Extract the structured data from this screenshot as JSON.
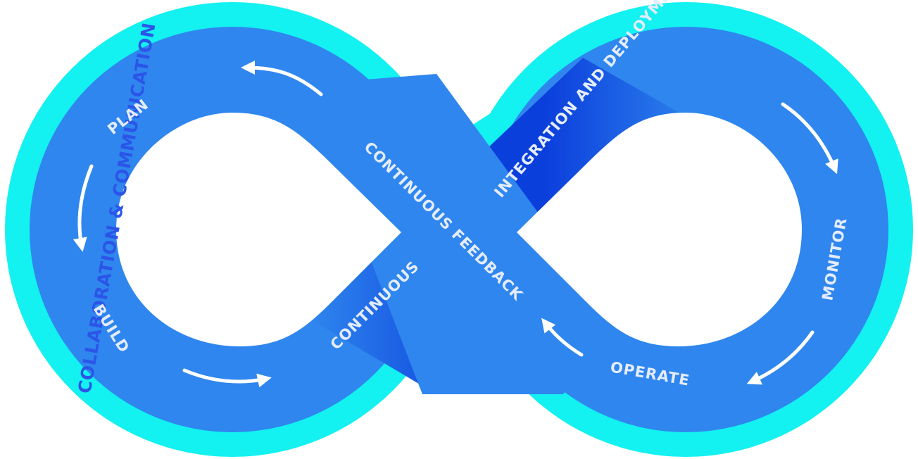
{
  "title": "",
  "colors": {
    "outer_ring": "#13f1f0",
    "band": "#2f86ee",
    "band_dark": "#0b3fdc",
    "label": "#e4ecff",
    "outer_label": "#2b55e8",
    "arrow": "#ffffff"
  },
  "labels": {
    "collaboration": "COLLABORATION & COMMUNICATION",
    "plan": "PLAN",
    "build": "BUILD",
    "continuous": "CONTINUOUS",
    "continuous_feedback": "CONTINUOUS FEEDBACK",
    "integration_deployment": "INTEGRATION AND DEPLOYMENT",
    "monitor": "MONITOR",
    "operate": "OPERATE"
  },
  "arrow_icons": [
    "arrow-top-left",
    "arrow-left-down",
    "arrow-bottom-left",
    "arrow-top-right",
    "arrow-right-down",
    "arrow-bottom-right"
  ]
}
